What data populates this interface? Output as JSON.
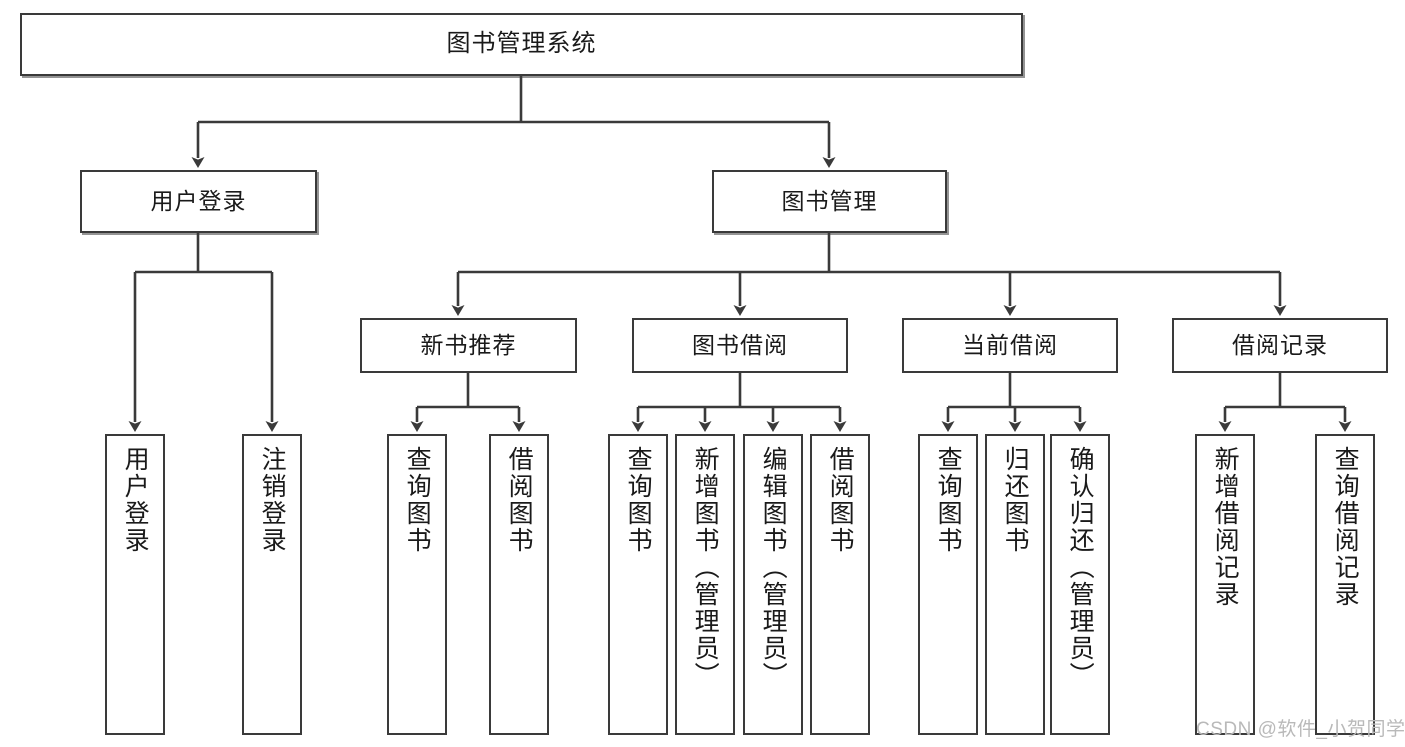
{
  "diagram": {
    "type": "hierarchy-tree",
    "title": "图书管理系统",
    "levels": {
      "root": "图书管理系统",
      "level2": [
        "用户登录",
        "图书管理"
      ],
      "level3": [
        "新书推荐",
        "图书借阅",
        "当前借阅",
        "借阅记录"
      ]
    },
    "nodes": {
      "root": {
        "label": "图书管理系统"
      },
      "user_login": {
        "label": "用户登录"
      },
      "book_manage": {
        "label": "图书管理"
      },
      "new_book_rec": {
        "label": "新书推荐"
      },
      "book_borrow": {
        "label": "图书借阅"
      },
      "current_borrow": {
        "label": "当前借阅"
      },
      "borrow_record": {
        "label": "借阅记录"
      },
      "leaf_user_login": {
        "label": "用户登录"
      },
      "leaf_logout": {
        "label": "注销登录"
      },
      "leaf_query_book_1": {
        "label": "查询图书"
      },
      "leaf_borrow_book_1": {
        "label": "借阅图书"
      },
      "leaf_query_book_2": {
        "label": "查询图书"
      },
      "leaf_add_book": {
        "label": "新增图书（管理员）"
      },
      "leaf_edit_book": {
        "label": "编辑图书（管理员）"
      },
      "leaf_borrow_book_2": {
        "label": "借阅图书"
      },
      "leaf_query_book_3": {
        "label": "查询图书"
      },
      "leaf_return_book": {
        "label": "归还图书"
      },
      "leaf_confirm_return": {
        "label": "确认归还（管理员）"
      },
      "leaf_add_record": {
        "label": "新增借阅记录"
      },
      "leaf_query_record": {
        "label": "查询借阅记录"
      }
    },
    "watermark": "CSDN @软件_小贺同学",
    "colors": {
      "stroke": "#3a3a3a",
      "fill": "#ffffff",
      "text": "#1a1a1a",
      "watermark": "#b9b9b9"
    }
  }
}
